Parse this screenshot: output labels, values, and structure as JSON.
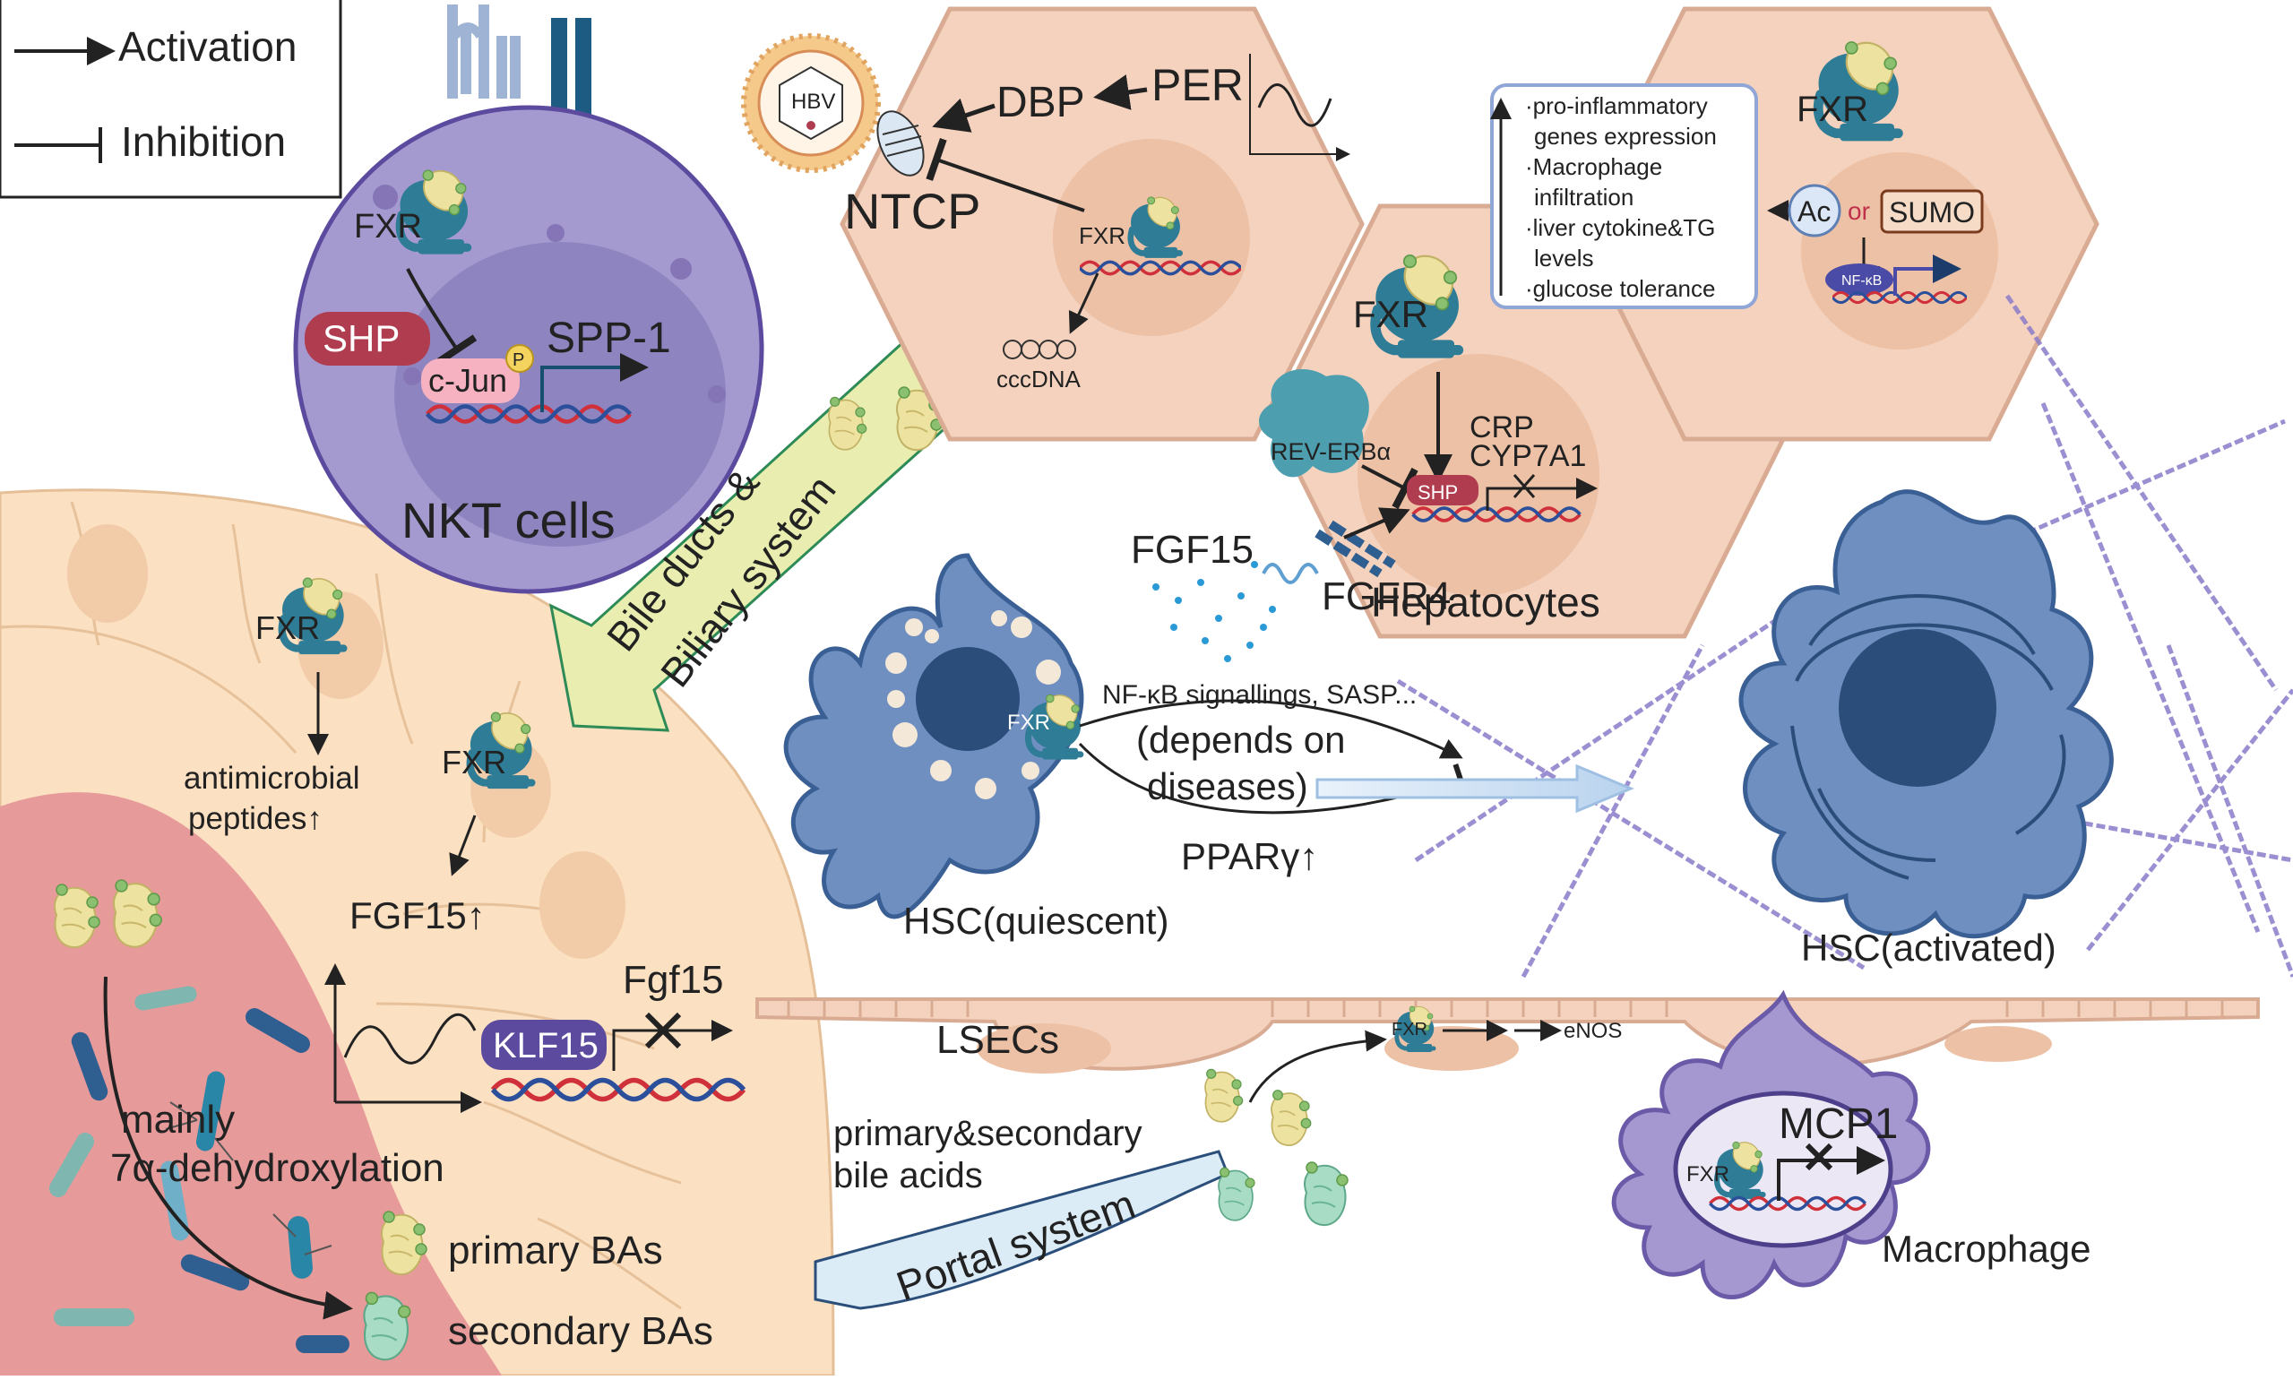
{
  "legend": {
    "activation": "Activation",
    "inhibition": "Inhibition"
  },
  "nkt": {
    "fxr": "FXR",
    "shp": "SHP",
    "cjun": "c-Jun",
    "p": "P",
    "spp1": "SPP-1",
    "title": "NKT cells"
  },
  "hbv": {
    "virus": "HBV",
    "dbp": "DBP",
    "per": "PER",
    "ntcp": "NTCP",
    "fxr": "FXR",
    "cccdna": "cccDNA"
  },
  "box": {
    "line1": "·pro-inflammatory",
    "line2": "genes expression",
    "line3": "·Macrophage",
    "line4": "infiltration",
    "line5": "·liver cytokine&TG",
    "line6": "levels",
    "line7": "·glucose tolerance"
  },
  "cell3": {
    "fxr": "FXR",
    "ac": "Ac",
    "or": "or",
    "sumo": "SUMO",
    "nfkb": "NF-κB"
  },
  "hep": {
    "fxr": "FXR",
    "reverb": "REV-ERBα",
    "crp": "CRP",
    "cyp": "CYP7A1",
    "shp": "SHP",
    "fgf15": "FGF15",
    "fgfr4": "FGFR4",
    "title": "Hepatocytes"
  },
  "bile_arrow": {
    "line1": "Bile ducts &",
    "line2": "Biliary system"
  },
  "hsc": {
    "fxr": "FXR",
    "nfkb": "NF-κB signallings, SASP...",
    "depends1": "(depends on",
    "depends2": "diseases)",
    "ppar": "PPARγ↑",
    "quiescent": "HSC(quiescent)",
    "activated": "HSC(activated)"
  },
  "intestine": {
    "fxr1": "FXR",
    "amp1": "antimicrobial",
    "amp2": "peptides↑",
    "fxr2": "FXR",
    "fgf15up": "FGF15↑",
    "klf15": "KLF15",
    "fgf15gene": "Fgf15",
    "mainly": "mainly",
    "dehyd": "7α-dehydroxylation",
    "primary": "primary BAs",
    "secondary": "secondary BAs"
  },
  "lsec": {
    "label": "LSECs",
    "fxr": "FXR",
    "enos": "eNOS"
  },
  "portal": {
    "label": "Portal system",
    "ba1": "primary&secondary",
    "ba2": "bile acids"
  },
  "macro": {
    "mcp1": "MCP1",
    "fxr": "FXR",
    "label": "Macrophage"
  },
  "colors": {
    "nkt": "#a59ad0",
    "hep": "#f5d2bd",
    "hsc": "#6e8fc0",
    "fxr": "#2e7c96",
    "bile": "#e9eeb0",
    "shp": "#c24a5e",
    "gut": "#e79a9a",
    "epith": "#fbe0c2",
    "macro": "#a597cf"
  }
}
